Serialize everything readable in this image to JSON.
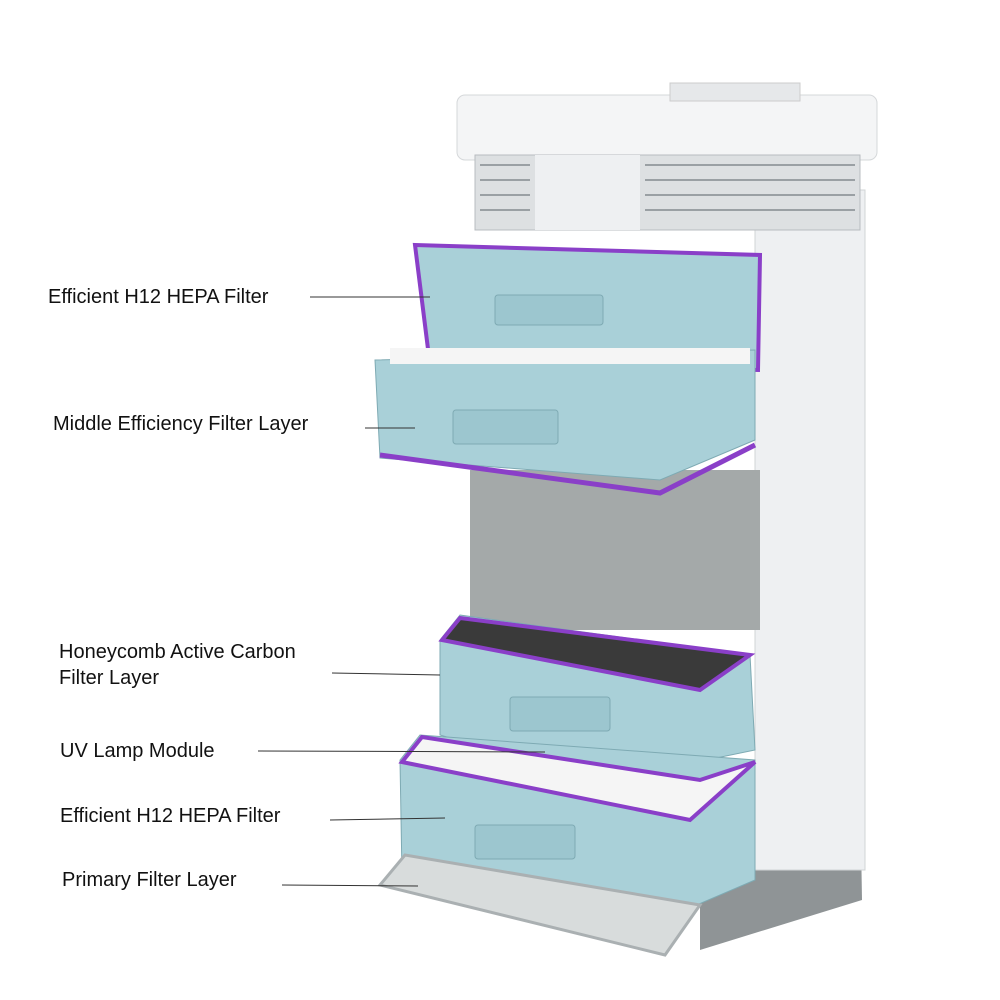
{
  "labels": {
    "hepa_top": "Efficient H12 HEPA Filter",
    "middle": "Middle Efficiency Filter Layer",
    "carbon_line1": "Honeycomb Active Carbon",
    "carbon_line2": "Filter Layer",
    "uv": "UV Lamp Module",
    "hepa_bottom": "Efficient H12 HEPA Filter",
    "primary": "Primary Filter Layer"
  },
  "colors": {
    "drawer": "#a9d0d8",
    "trim": "#8a3fc8",
    "body": "#f2f3f5",
    "gray": "#a3a8a8"
  }
}
